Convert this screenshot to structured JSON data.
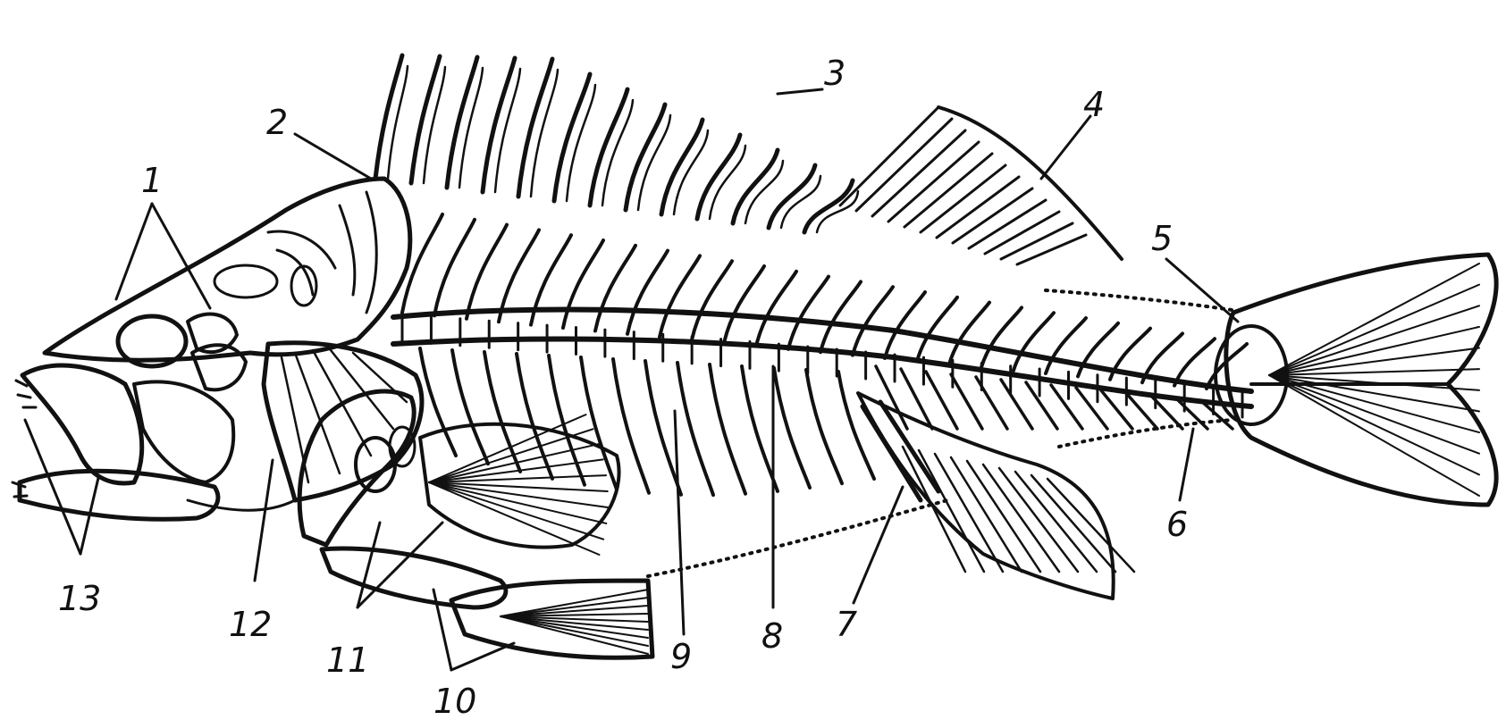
{
  "figure": {
    "labels": [
      {
        "id": "l1",
        "text": "1"
      },
      {
        "id": "l2",
        "text": "2"
      },
      {
        "id": "l3",
        "text": "3"
      },
      {
        "id": "l4",
        "text": "4"
      },
      {
        "id": "l5",
        "text": "5"
      },
      {
        "id": "l6",
        "text": "6"
      },
      {
        "id": "l7",
        "text": "7"
      },
      {
        "id": "l8",
        "text": "8"
      },
      {
        "id": "l9",
        "text": "9"
      },
      {
        "id": "l10",
        "text": "10"
      },
      {
        "id": "l11",
        "text": "11"
      },
      {
        "id": "l12",
        "text": "12"
      },
      {
        "id": "l13",
        "text": "13"
      }
    ]
  },
  "colors": {
    "ink": "#111111",
    "paper": "#ffffff"
  }
}
